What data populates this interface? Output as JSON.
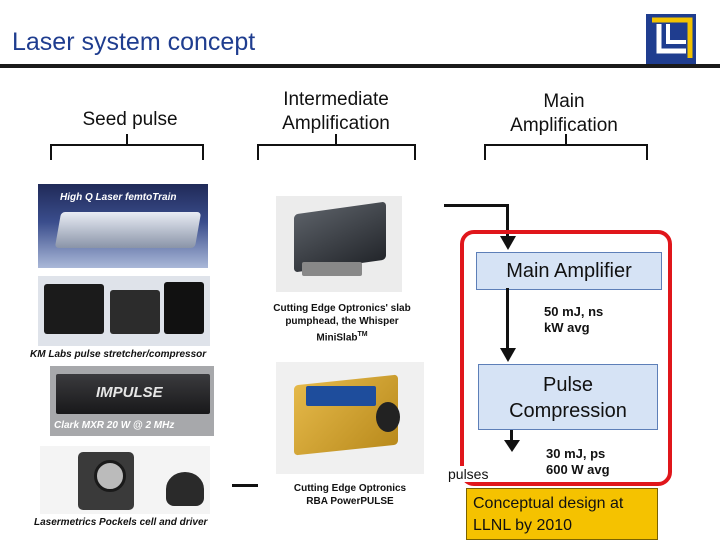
{
  "header": {
    "title": "Laser system concept"
  },
  "columns": {
    "seed": "Seed pulse",
    "intermediate": "Intermediate\nAmplification",
    "main": "Main\nAmplification"
  },
  "seed_photos": [
    {
      "caption": "High Q Laser femtoTrain"
    },
    {
      "caption": "KM Labs pulse stretcher/compressor"
    },
    {
      "caption": "Clark MXR  20 W @ 2 MHz",
      "brand": "IMPULSE"
    },
    {
      "caption": "Lasermetrics Pockels cell and driver"
    }
  ],
  "intermediate_photos": [
    {
      "caption_lines": [
        "Cutting Edge Optronics' slab",
        "pumphead, the Whisper",
        "MiniSlab"
      ],
      "superscript": "TM"
    },
    {
      "caption_lines": [
        "Cutting Edge Optronics",
        "RBA PowerPULSE"
      ]
    }
  ],
  "main": {
    "amplifier_label": "Main Amplifier",
    "spec1": [
      "50 mJ, ns",
      "kW avg"
    ],
    "compression_label": [
      "Pulse",
      "Compression"
    ],
    "spec2": [
      "30 mJ, ps",
      "600 W avg"
    ],
    "output_label": "pulses"
  },
  "note": {
    "text": "Conceptual design at LLNL by 2010"
  },
  "colors": {
    "title": "#1f3d8f",
    "frame": "#e0161b",
    "box_fill": "#d6e3f5",
    "note_fill": "#f5c200"
  }
}
